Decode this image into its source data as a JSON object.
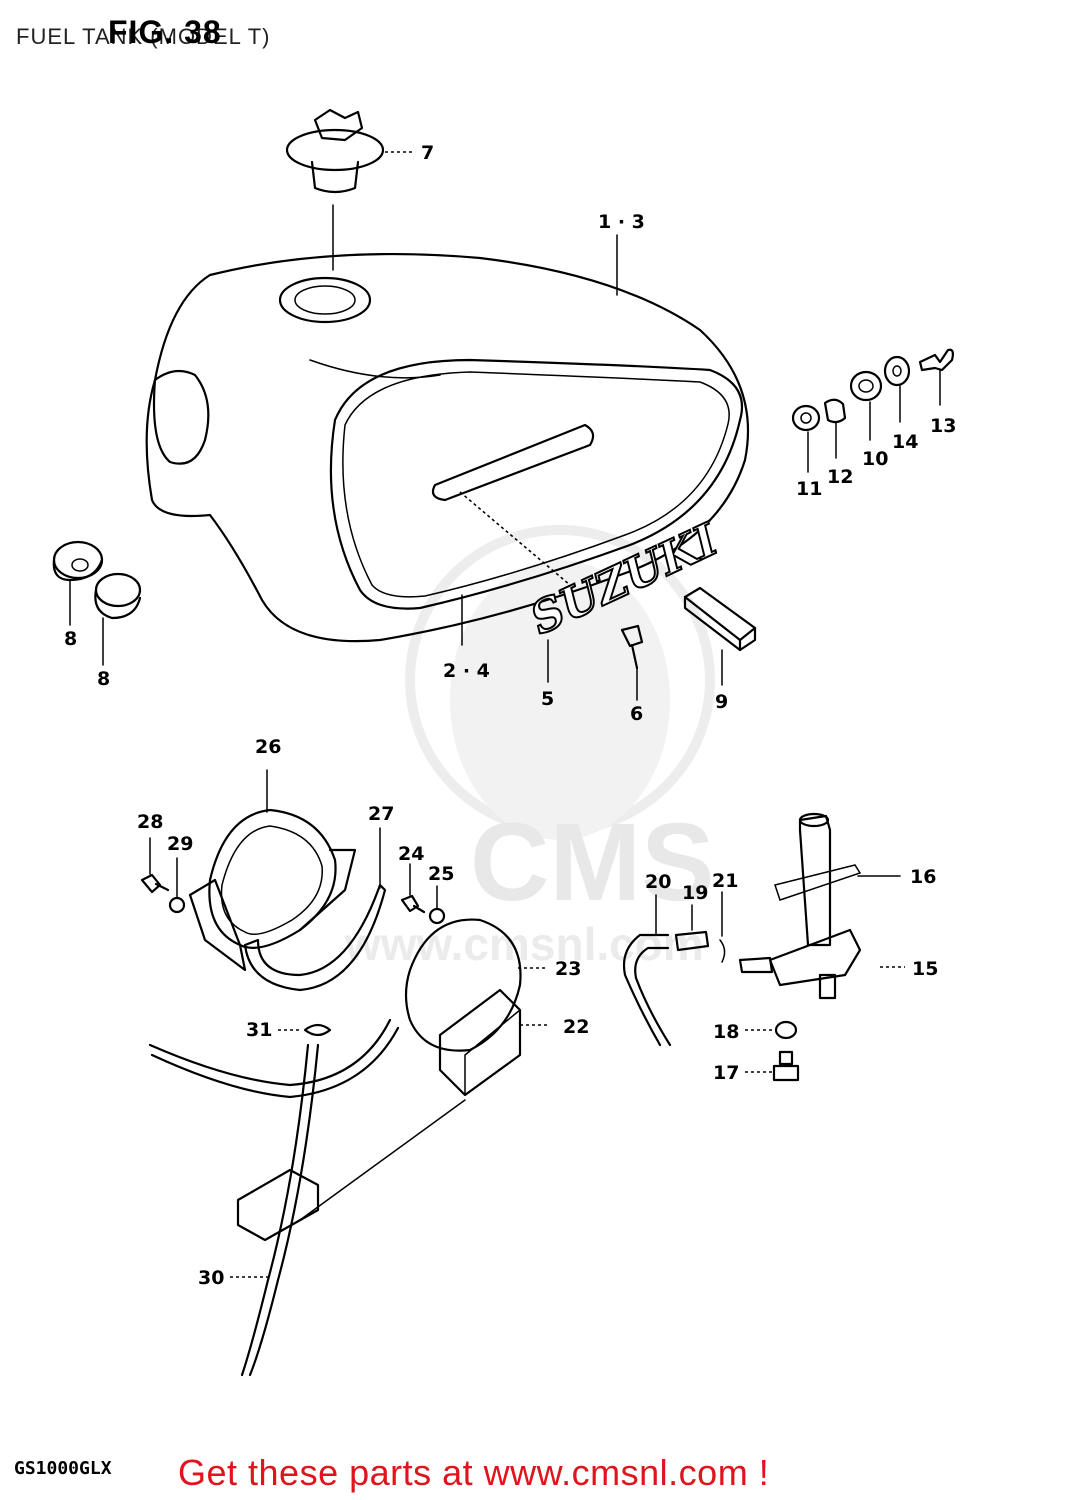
{
  "header": {
    "title": "FUEL TANK (MODEL T)",
    "figure": "FIG. 38"
  },
  "footer": {
    "model_code": "GS1000GLX",
    "cta_text": "Get these parts at www.cmsnl.com !"
  },
  "watermark": {
    "text": "CMS",
    "url_text": "www.cmsnl.com"
  },
  "emblem_text": "SUZUKI",
  "callouts": {
    "c1_3": "1 · 3",
    "c2_4": "2 · 4",
    "c5": "5",
    "c6": "6",
    "c7": "7",
    "c8a": "8",
    "c8b": "8",
    "c9": "9",
    "c10": "10",
    "c11": "11",
    "c12": "12",
    "c13": "13",
    "c14": "14",
    "c15": "15",
    "c16": "16",
    "c17": "17",
    "c18": "18",
    "c19": "19",
    "c20": "20",
    "c21": "21",
    "c22": "22",
    "c23": "23",
    "c24": "24",
    "c25": "25",
    "c26": "26",
    "c27": "27",
    "c28": "28",
    "c29": "29",
    "c30": "30",
    "c31": "31"
  },
  "colors": {
    "cta": "#e0141c",
    "ink": "#000000",
    "watermark": "#e8e8e8"
  }
}
